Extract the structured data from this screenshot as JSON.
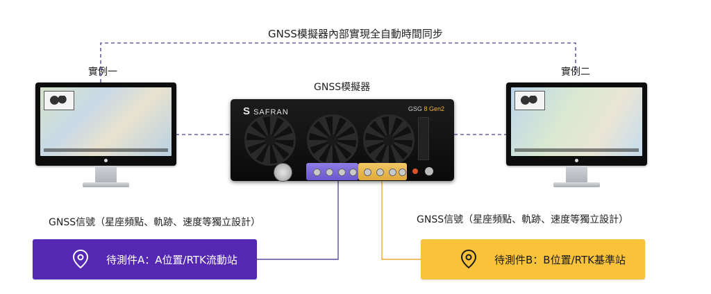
{
  "title": "GNSS模擬器內部實現全自動時間同步",
  "instance_left": "實例一",
  "instance_right": "實例二",
  "simulator_label": "GNSS模擬器",
  "simulator_brand": "SAFRAN",
  "simulator_model": "GSG",
  "simulator_model_num": "8",
  "simulator_model_gen": "Gen2",
  "signal_left": "GNSS信號（星座頻點、軌跡、速度等獨立設計）",
  "signal_right": "GNSS信號（星座頻點、軌跡、速度等獨立設計）",
  "task_a": "待測件A：A位置/RTK流動站",
  "task_b": "待測件B：B位置/RTK基準站",
  "colors": {
    "purple": "#5528b4",
    "yellow": "#f8c23a",
    "sync_line": "#6a5fa3",
    "link_line": "#5a4a9a",
    "yellow_line": "#f0a830"
  },
  "icons": {
    "task_a": "map-pin-icon",
    "task_b": "map-pin-icon"
  }
}
